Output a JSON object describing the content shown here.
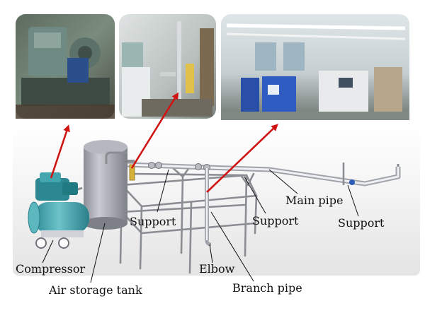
{
  "labels": {
    "compressor": "Compressor",
    "air_storage_tank": "Air storage tank",
    "support": "Support",
    "elbow": "Elbow",
    "branch_pipe": "Branch pipe",
    "main_pipe": "Main pipe"
  },
  "photos": [
    {
      "subject": "compressor photo"
    },
    {
      "subject": "air storage tank connection photo"
    },
    {
      "subject": "pipeline room photo"
    }
  ],
  "colors": {
    "arrow": "#d01414",
    "frame": "#8a8d92",
    "pipe": "#c4c7cc",
    "tank": "#a7a9b1",
    "compressor": "#3f9aa3",
    "compressor_motor": "#1f7a82",
    "background_bottom": "#e6e6e6"
  }
}
